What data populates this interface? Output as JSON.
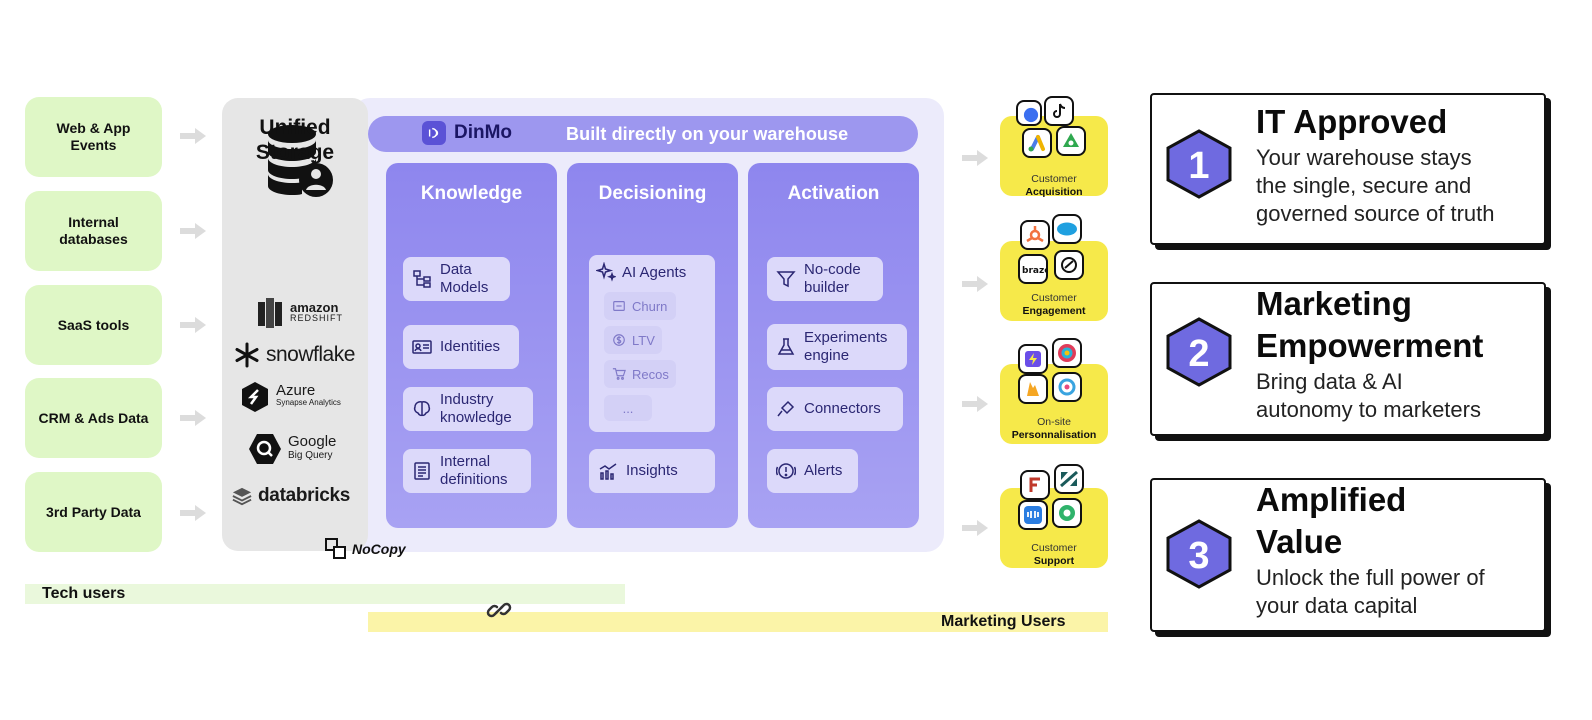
{
  "sources": [
    {
      "label": "Web & App Events"
    },
    {
      "label": "Internal databases"
    },
    {
      "label": "SaaS tools"
    },
    {
      "label": "CRM & Ads Data"
    },
    {
      "label": "3rd Party Data"
    }
  ],
  "storage": {
    "title": "Unified Storage",
    "logos": {
      "amazon": "amazon",
      "redshift": "REDSHIFT",
      "snowflake": "snowflake",
      "azure": "Azure",
      "azure_sub": "Synapse Analytics",
      "google": "Google",
      "google_sub": "Big Query",
      "databricks": "databricks"
    },
    "nocopy": "NoCopy"
  },
  "dinmo": {
    "brand": "DinMo",
    "banner": "Built directly on your warehouse"
  },
  "columns": {
    "knowledge": {
      "title": "Knowledge",
      "items": [
        {
          "label": "Data Models",
          "icon": "data-models-icon"
        },
        {
          "label": "Identities",
          "icon": "id-card-icon"
        },
        {
          "label": "Industry knowledge",
          "icon": "brain-icon"
        },
        {
          "label": "Internal definitions",
          "icon": "document-icon"
        }
      ]
    },
    "decisioning": {
      "title": "Decisioning",
      "agents": {
        "label": "AI Agents",
        "icon": "sparkle-icon"
      },
      "subs": [
        {
          "label": "Churn",
          "icon": "churn-icon"
        },
        {
          "label": "LTV",
          "icon": "dollar-icon"
        },
        {
          "label": "Recos",
          "icon": "cart-icon"
        },
        {
          "label": "..."
        }
      ],
      "insights": {
        "label": "Insights",
        "icon": "chart-icon"
      }
    },
    "activation": {
      "title": "Activation",
      "items": [
        {
          "label": "No-code builder",
          "icon": "funnel-icon"
        },
        {
          "label": "Experiments engine",
          "icon": "flask-icon"
        },
        {
          "label": "Connectors",
          "icon": "plug-icon"
        },
        {
          "label": "Alerts",
          "icon": "alert-icon"
        }
      ]
    }
  },
  "outputs": [
    {
      "line1": "Customer",
      "line2": "Acquisition"
    },
    {
      "line1": "Customer",
      "line2": "Engagement"
    },
    {
      "line1": "On-site",
      "line2": "Personnalisation"
    },
    {
      "line1": "Customer",
      "line2": "Support"
    }
  ],
  "values": [
    {
      "num": "1",
      "title": "IT Approved",
      "desc": [
        "Your warehouse stays",
        "the single, secure and",
        "governed source of truth"
      ]
    },
    {
      "num": "2",
      "title_lines": [
        "Marketing",
        "Empowerment"
      ],
      "desc": [
        "Bring data & AI",
        "autonomy to marketers"
      ]
    },
    {
      "num": "3",
      "title_lines": [
        "Amplified",
        "Value"
      ],
      "desc": [
        "Unlock the full power of",
        "your data capital"
      ]
    }
  ],
  "bars": {
    "tech": "Tech users",
    "marketing": "Marketing Users"
  },
  "colors": {
    "source_bg": "#dff7c6",
    "panel_bg": "#ecebfb",
    "column": "#8e86ee",
    "output_bg": "#f6e94a",
    "value_hex": "#6f6ae0"
  }
}
